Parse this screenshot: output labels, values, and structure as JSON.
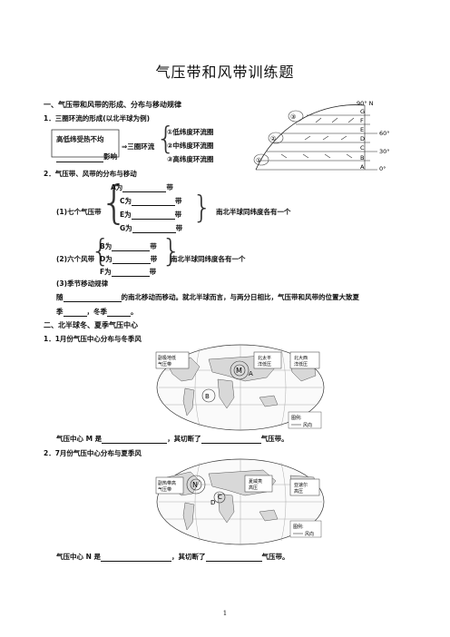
{
  "title": "气压带和风带训练题",
  "section1": {
    "heading": "一、气压带和风带的形成、分布与移动规律",
    "item1": {
      "heading": "1．三圈环流的形成(以北半球为例)",
      "left_text": "高低纬受热不均",
      "influence": "影响",
      "arrow_label": "三圈环流",
      "circulations": [
        "①低纬度环流圈",
        "②中纬度环流圈",
        "③高纬度环流圈"
      ]
    },
    "diagram": {
      "lat_90": "90° N",
      "lat_60": "60°",
      "lat_30": "30°",
      "lat_0": "0°",
      "letters": [
        "G",
        "F",
        "E",
        "D",
        "C",
        "B",
        "A"
      ],
      "circle_labels": [
        "①",
        "②",
        "③"
      ]
    },
    "item2": {
      "heading": "2．气压带、风带的分布与移动",
      "sub1_label": "(1)七个气压带",
      "sub1_rows": [
        {
          "prefix": "A为",
          "suffix": "带"
        },
        {
          "prefix": "C为",
          "suffix": "带"
        },
        {
          "prefix": "E为",
          "suffix": "带"
        },
        {
          "prefix": "G为",
          "suffix": "带"
        }
      ],
      "sub1_note": "南北半球同纬度各有一个",
      "sub2_label": "(2)六个风带",
      "sub2_rows": [
        {
          "prefix": "B为",
          "suffix": "带"
        },
        {
          "prefix": "D为",
          "suffix": "带"
        },
        {
          "prefix": "F为",
          "suffix": "带"
        }
      ],
      "sub2_note": "南北半球同纬度各有一个",
      "sub3_label": "(3)季节移动规律",
      "sub3_line1_a": "随",
      "sub3_line1_b": "的南北移动而移动。就北半球而言，与两分日相比，气压带和风带的位置大致夏",
      "sub3_line2_a": "季",
      "sub3_line2_b": "，冬季",
      "sub3_line2_c": "。"
    }
  },
  "section2": {
    "heading": "二、北半球冬、夏季气压中心",
    "item1": {
      "heading": "1．1月份气压中心分布与冬季风",
      "map_label_left": [
        "副极地低",
        "气压带"
      ],
      "map_label_mid": [
        "北太平",
        "洋低压"
      ],
      "map_label_right": [
        "北大西",
        "洋低压"
      ],
      "letters": [
        "M",
        "A",
        "B"
      ],
      "legend_title": "图例:",
      "legend_item": "风向",
      "question_a": "气压中心 M 是",
      "question_b": "，其切断了",
      "question_c": "气压带。"
    },
    "item2": {
      "heading": "2．7月份气压中心分布与夏季风",
      "map_label_left": [
        "副热带高",
        "气压带"
      ],
      "map_label_mid": [
        "夏威夷",
        "高压"
      ],
      "map_label_right": [
        "亚速尔",
        "高压"
      ],
      "letters": [
        "N",
        "C",
        "D"
      ],
      "legend_title": "图例:",
      "legend_item": "风向",
      "question_a": "气压中心 N 是",
      "question_b": "，其切断了",
      "question_c": "气压带。"
    }
  },
  "page_number": "1"
}
